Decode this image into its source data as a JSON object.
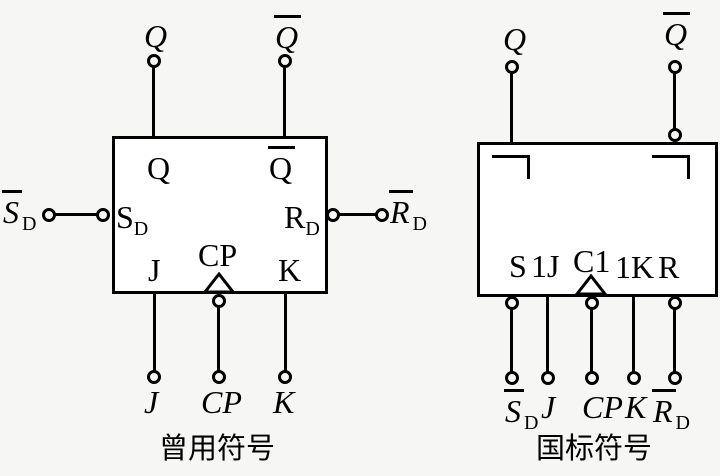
{
  "colors": {
    "background": "#f6f6f5",
    "line": "#000000",
    "box_fill": "#ffffff"
  },
  "legacy": {
    "caption": "曾用符号",
    "inner": {
      "q": "Q",
      "qbar": "Q",
      "s_main": "S",
      "s_sub": "D",
      "r_main": "R",
      "r_sub": "D",
      "j": "J",
      "cp": "CP",
      "k": "K"
    },
    "outer": {
      "q": "Q",
      "qbar": "Q",
      "s_main": "S",
      "s_sub": "D",
      "r_main": "R",
      "r_sub": "D",
      "j": "J",
      "cp": "CP",
      "k": "K"
    }
  },
  "gb": {
    "caption": "国标符号",
    "inner": {
      "s": "S",
      "j1": "1J",
      "c1": "C1",
      "k1": "1K",
      "r": "R"
    },
    "outer": {
      "q": "Q",
      "qbar": "Q",
      "s_main": "S",
      "s_sub": "D",
      "j": "J",
      "cp": "CP",
      "k": "K",
      "r_main": "R",
      "r_sub": "D"
    }
  }
}
